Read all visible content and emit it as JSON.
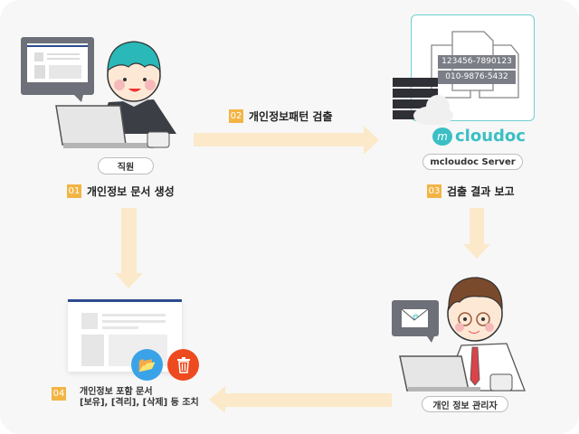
{
  "steps": [
    {
      "num": "01",
      "label": "개인정보 문서 생성"
    },
    {
      "num": "02",
      "label": "개인정보패턴 검출"
    },
    {
      "num": "03",
      "label": "검출 결과 보고"
    },
    {
      "num": "04",
      "label_line1": "개인정보 포함 문서",
      "label_line2": "[보유], [격리], [삭제] 등 조치"
    }
  ],
  "actors": {
    "employee": "직원",
    "server": "mcloudoc Server",
    "manager": "개인 정보 관리자"
  },
  "server_box": {
    "record1": "123456-7890123",
    "record2": "010-9876-5432"
  },
  "logo": {
    "text": "cloudoc",
    "mark": "m"
  },
  "colors": {
    "accent": "#f2b544",
    "arrow": "#fbe9c9",
    "teal": "#3bbfc4",
    "folder": "#3aa3e8",
    "trash": "#ee4a1f"
  }
}
